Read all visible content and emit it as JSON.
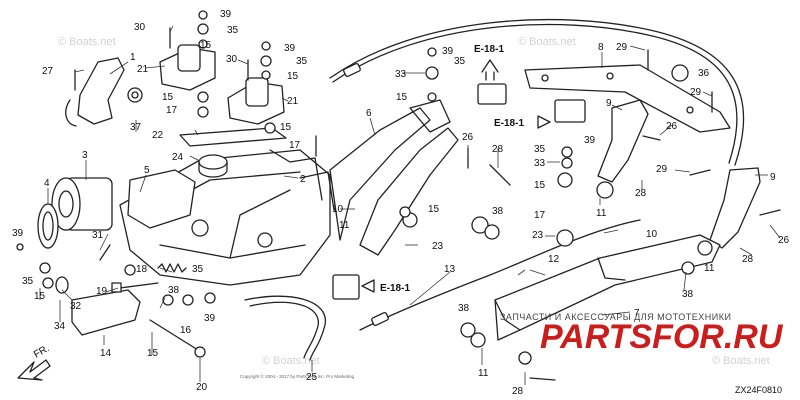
{
  "watermarks": {
    "tl": "© Boats.net",
    "tc": "© Boats.net",
    "bl": "© Boats.net",
    "br": "© Boats.net"
  },
  "section_refs": [
    "E-18-1",
    "E-18-1",
    "E-18-1"
  ],
  "arrow_label": "FR.",
  "diagram_code": "ZX24F0810",
  "store_tagline": "ЗАПЧАСТИ И АКСЕССУАРЫ ДЛЯ МОТОТЕХНИКИ",
  "store_logo": "PARTSFOR.RU",
  "copyright": "Copyright © 2004 - 2017 by PartsTech Inc. Pro Marketing",
  "callouts": [
    "1",
    "2",
    "3",
    "4",
    "5",
    "6",
    "7",
    "8",
    "9",
    "9",
    "10",
    "10",
    "11",
    "11",
    "11",
    "11",
    "12",
    "13",
    "14",
    "15",
    "15",
    "15",
    "15",
    "15",
    "15",
    "15",
    "15",
    "15",
    "16",
    "17",
    "17",
    "17",
    "18",
    "19",
    "20",
    "21",
    "21",
    "22",
    "23",
    "23",
    "24",
    "25",
    "26",
    "26",
    "26",
    "27",
    "28",
    "28",
    "28",
    "28",
    "29",
    "29",
    "29",
    "30",
    "30",
    "31",
    "32",
    "33",
    "33",
    "34",
    "35",
    "35",
    "35",
    "35",
    "35",
    "35",
    "36",
    "37",
    "38",
    "38",
    "38",
    "38",
    "39",
    "39",
    "39",
    "39",
    "39",
    "39"
  ]
}
